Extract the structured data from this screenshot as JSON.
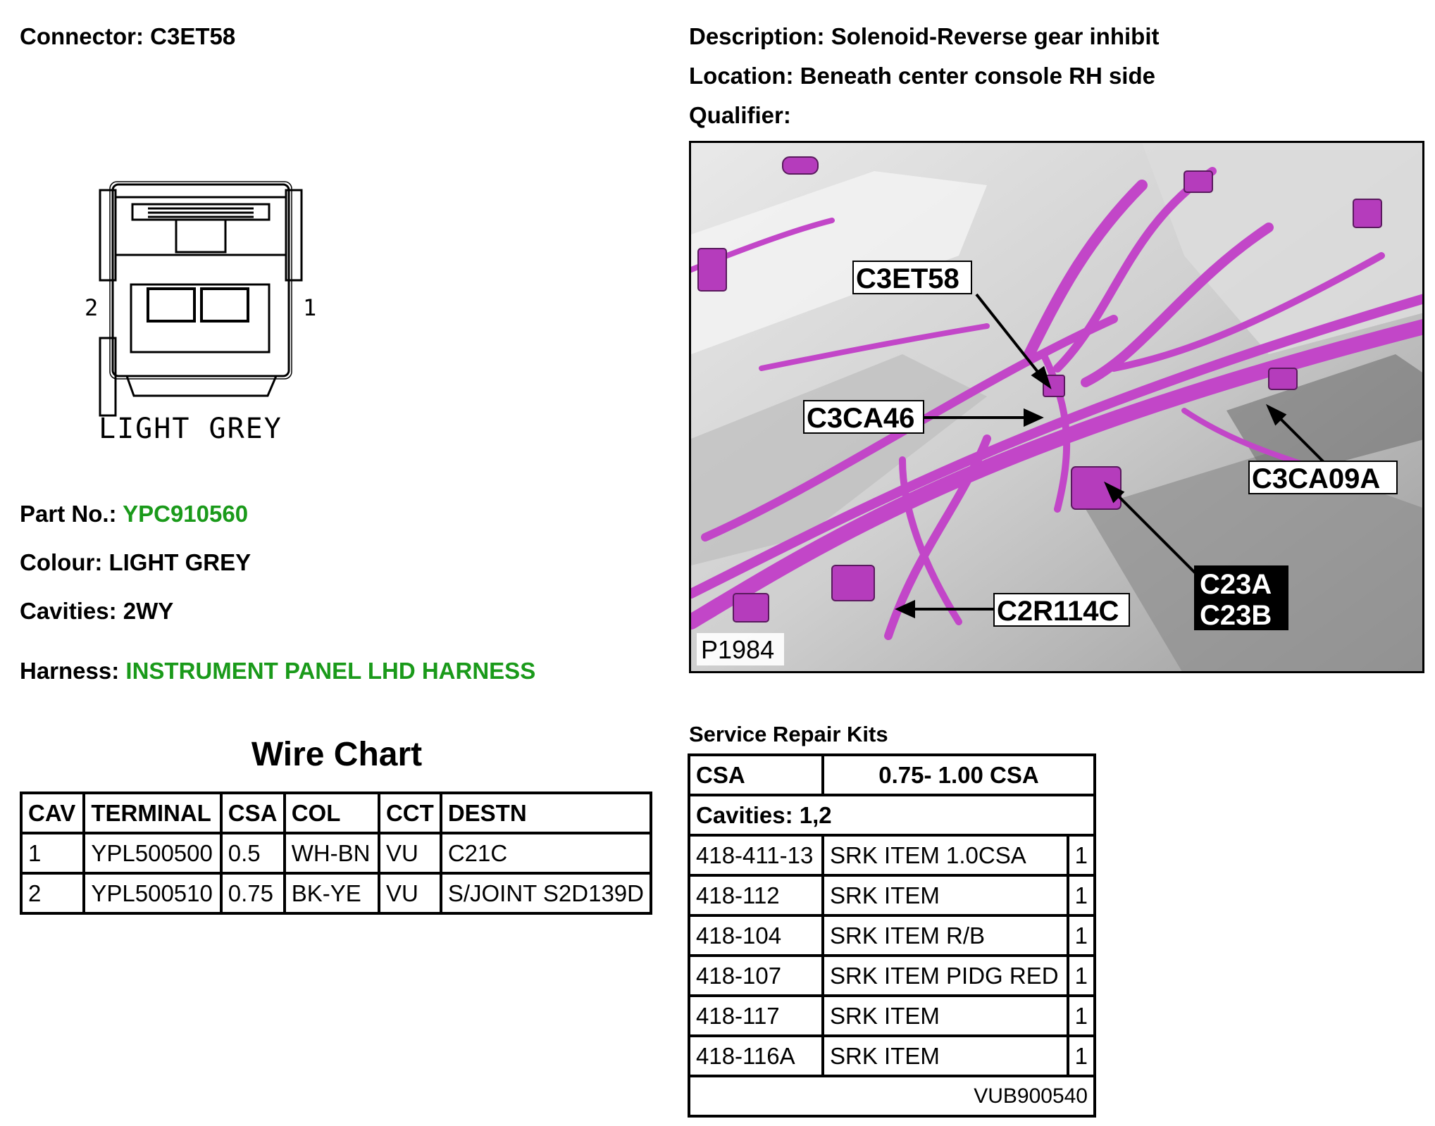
{
  "connector": {
    "label": "Connector:",
    "value": "C3ET58"
  },
  "description": {
    "label": "Description:",
    "value": "Solenoid-Reverse gear inhibit"
  },
  "location": {
    "label": "Location:",
    "value": "Beneath center console RH side"
  },
  "qualifier": {
    "label": "Qualifier:",
    "value": ""
  },
  "connector_drawing": {
    "pin_left": "2",
    "pin_right": "1",
    "caption": "LIGHT GREY"
  },
  "part_no": {
    "label": "Part No.:",
    "value": "YPC910560"
  },
  "colour": {
    "label": "Colour:",
    "value": "LIGHT GREY"
  },
  "cavities": {
    "label": "Cavities:",
    "value": "2WY"
  },
  "harness": {
    "label": "Harness:",
    "value": "INSTRUMENT PANEL LHD HARNESS"
  },
  "wire_chart": {
    "title": "Wire Chart",
    "headers": [
      "CAV",
      "TERMINAL",
      "CSA",
      "COL",
      "CCT",
      "DESTN"
    ],
    "rows": [
      [
        "1",
        "YPL500500",
        "0.5",
        "WH-BN",
        "VU",
        "C21C"
      ],
      [
        "2",
        "YPL500510",
        "0.75",
        "BK-YE",
        "VU",
        "S/JOINT S2D139D"
      ]
    ]
  },
  "photo": {
    "callouts": [
      "C3ET58",
      "C3CA46",
      "C3CA09A",
      "C23A",
      "C23B",
      "C2R114C"
    ],
    "figure_id": "P1984"
  },
  "service_repair_kits": {
    "title": "Service Repair Kits",
    "csa_label": "CSA",
    "csa_value": "0.75- 1.00 CSA",
    "cavities_label": "Cavities: 1,2",
    "items": [
      {
        "code": "418-411-13",
        "name": "SRK ITEM 1.0CSA",
        "qty": "1"
      },
      {
        "code": "418-112",
        "name": "SRK ITEM",
        "qty": "1"
      },
      {
        "code": "418-104",
        "name": "SRK ITEM R/B",
        "qty": "1"
      },
      {
        "code": "418-107",
        "name": "SRK ITEM PIDG RED",
        "qty": "1"
      },
      {
        "code": "418-117",
        "name": "SRK ITEM",
        "qty": "1"
      },
      {
        "code": "418-116A",
        "name": "SRK ITEM",
        "qty": "1"
      }
    ],
    "footer": "VUB900540"
  },
  "colors": {
    "accent_green": "#1a9a1a",
    "harness_purple": "#c246c8"
  }
}
